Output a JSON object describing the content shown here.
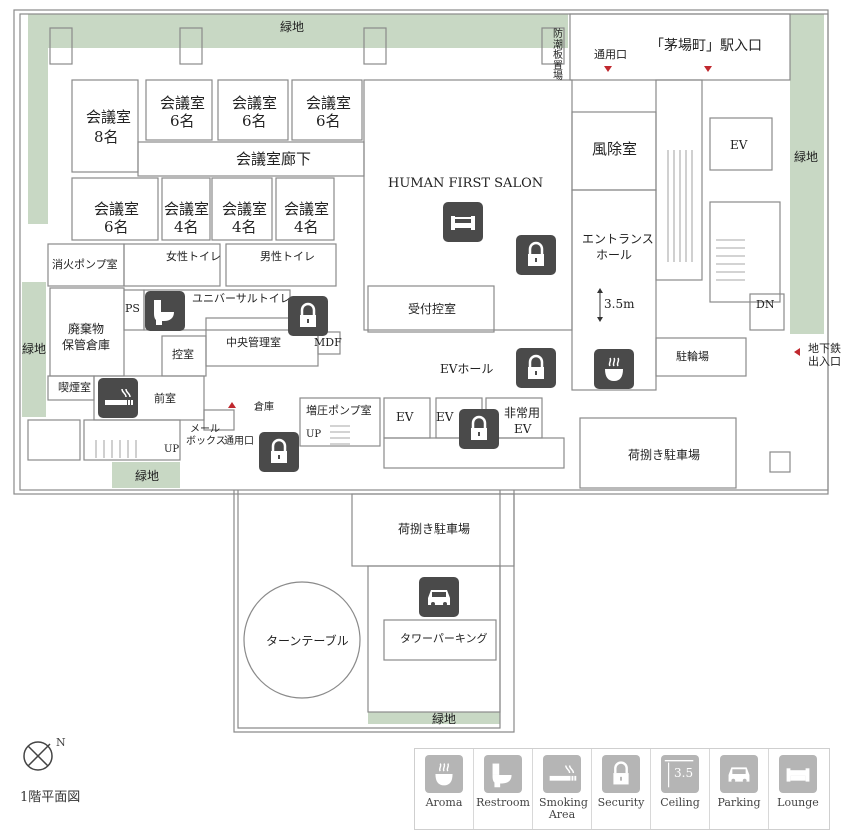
{
  "colors": {
    "green": "#c8d8c4",
    "wall": "#8a8a8a",
    "icon_dark": "#4a4a4a",
    "icon_light": "#b5b5b5"
  },
  "plan_title": "1階平面図",
  "compass_label": "N",
  "rooms": {
    "ryokuchi_top": "緑地",
    "ryokuchi_right": "緑地",
    "ryokuchi_left": "緑地",
    "ryokuchi_mid": "緑地",
    "ryokuchi_bottom": "緑地",
    "kaigi_8_title": "会議室",
    "kaigi_8_cap": "8名",
    "kaigi_6a_title": "会議室",
    "kaigi_6a_cap": "6名",
    "kaigi_6b_title": "会議室",
    "kaigi_6b_cap": "6名",
    "kaigi_6c_title": "会議室",
    "kaigi_6c_cap": "6名",
    "kaigi_corridor": "会議室廊下",
    "kaigi_6d_title": "会議室",
    "kaigi_6d_cap": "6名",
    "kaigi_4a_title": "会議室",
    "kaigi_4a_cap": "4名",
    "kaigi_4b_title": "会議室",
    "kaigi_4b_cap": "4名",
    "kaigi_4c_title": "会議室",
    "kaigi_4c_cap": "4名",
    "salon": "HUMAN FIRST SALON",
    "bousai": "防潮板置場",
    "tsuyouguchi_top": "通用口",
    "station_entrance": "「茅場町」駅入口",
    "fujoshitsu": "風除室",
    "ev_top": "EV",
    "ryokuchi_right_lbl": "緑地",
    "entrance_hall_1": "エントランス",
    "entrance_hall_2": "ホール",
    "shoka_pump": "消火ポンプ室",
    "female_toilet": "女性トイレ",
    "male_toilet": "男性トイレ",
    "ps": "PS",
    "universal_toilet": "ユニバーサルトイレ",
    "uketsuke": "受付控室",
    "dn": "DN",
    "haikibutsu_1": "廃棄物",
    "haikibutsu_2": "保管倉庫",
    "chuo_kanri": "中央管理室",
    "mdf": "MDF",
    "hikae": "控室",
    "chirin": "駐輪場",
    "chika_1": "地下鉄",
    "chika_2": "出入口",
    "ev_hall": "EVホール",
    "kitsuen": "喫煙室",
    "maeshitsu": "前室",
    "souko": "倉庫",
    "mail_1": "メール",
    "mail_2": "ボックス",
    "tsuyouguchi_mid": "通用口",
    "zouatsu": "増圧ポンプ室",
    "ev1": "EV",
    "ev2": "EV",
    "hijou_1": "非常用",
    "hijou_2": "EV",
    "up1": "UP",
    "up2": "UP",
    "niage_right": "荷捌き駐車場",
    "niage_bottom": "荷捌き駐車場",
    "turntable": "ターンテーブル",
    "tower_parking": "タワーパーキング",
    "ceiling_value": "3.5m"
  },
  "legend": [
    {
      "label": "Aroma",
      "icon": "aroma-icon"
    },
    {
      "label": "Restroom",
      "icon": "restroom-icon"
    },
    {
      "label": "Smoking Area",
      "icon": "smoking-icon"
    },
    {
      "label": "Security",
      "icon": "security-icon"
    },
    {
      "label": "Ceiling",
      "icon": "ceiling-icon",
      "value": "3.5"
    },
    {
      "label": "Parking",
      "icon": "parking-icon"
    },
    {
      "label": "Lounge",
      "icon": "lounge-icon"
    }
  ]
}
